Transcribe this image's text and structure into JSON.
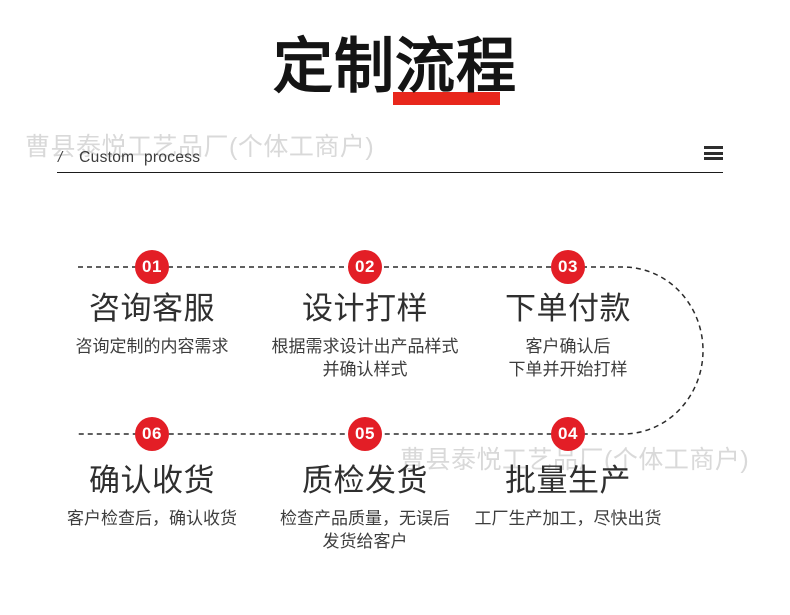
{
  "theme": {
    "accent": "#e31e26",
    "underline": "#e8271c",
    "ink": "#141414",
    "step_title_color": "#2f2f2f",
    "step_desc_color": "#3d3d3d",
    "line_color": "#2b2b2b",
    "watermark_color": "#d9d9d9"
  },
  "header": {
    "title": "定制流程",
    "breadcrumb_slash": "/",
    "breadcrumb_label": "Custom process",
    "menu_icon": "hamburger-icon"
  },
  "watermarks": {
    "top": "曹县泰悦工艺品厂(个体工商户)",
    "bottom": "曹县泰悦工艺品厂(个体工商户)"
  },
  "flow": {
    "steps": [
      {
        "num": "01",
        "title": "咨询客服",
        "desc": [
          "咨询定制的内容需求"
        ]
      },
      {
        "num": "02",
        "title": "设计打样",
        "desc": [
          "根据需求设计出产品样式",
          "并确认样式"
        ]
      },
      {
        "num": "03",
        "title": "下单付款",
        "desc": [
          "客户确认后",
          "下单并开始打样"
        ]
      },
      {
        "num": "04",
        "title": "批量生产",
        "desc": [
          "工厂生产加工，尽快出货"
        ]
      },
      {
        "num": "05",
        "title": "质检发货",
        "desc": [
          "检查产品质量，无误后",
          "发货给客户"
        ]
      },
      {
        "num": "06",
        "title": "确认收货",
        "desc": [
          "客户检查后，确认收货"
        ]
      }
    ]
  }
}
